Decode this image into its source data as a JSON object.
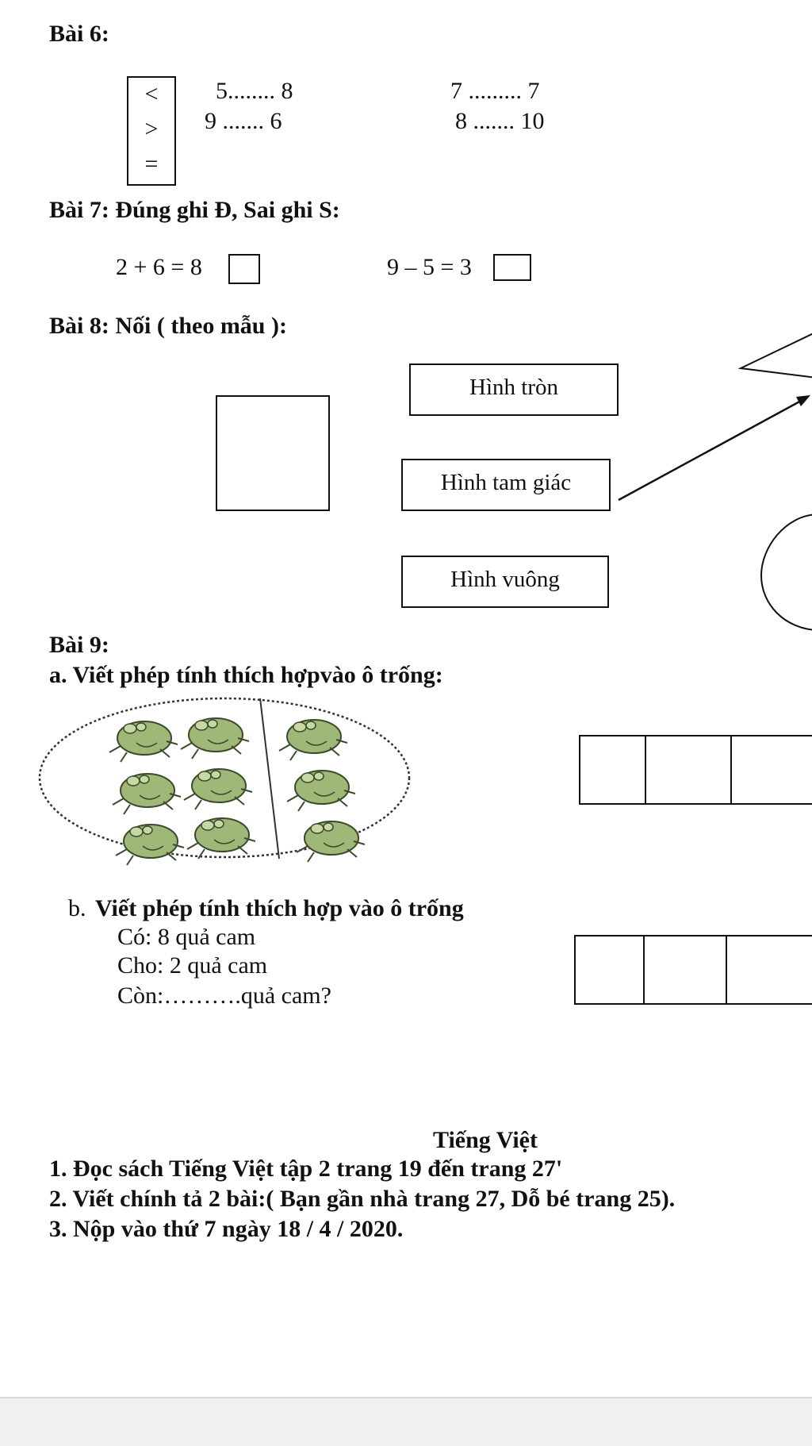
{
  "bai6": {
    "title": "Bài 6:",
    "symbols": [
      "<",
      ">",
      "="
    ],
    "items": [
      "5........ 8",
      "9 ....... 6",
      "7 ......... 7",
      "8 ....... 10"
    ]
  },
  "bai7": {
    "title": "Bài 7: Đúng ghi Đ, Sai ghi S:",
    "items": [
      "2 + 6 = 8",
      "9 – 5 = 3"
    ]
  },
  "bai8": {
    "title": "Bài 8: Nối  ( theo mẫu ):",
    "labels": [
      "Hình tròn",
      "Hình tam giác",
      "Hình vuông"
    ]
  },
  "bai9": {
    "title": "Bài 9:",
    "part_a": "a. Viết phép tính thích hợpvào ô trống:",
    "part_b_prefix": "b.",
    "part_b": "Viết phép tính thích hợp vào ô trống",
    "lines": [
      "Có: 8 quả cam",
      "Cho: 2 quả cam",
      "Còn:……….quả cam?"
    ]
  },
  "tieng_viet": {
    "heading": "Tiếng Việt",
    "items": [
      "1. Đọc sách Tiếng Việt tập 2 trang 19 đến trang 27'",
      "2. Viết chính tả 2 bài:( Bạn gần nhà trang 27, Dỗ bé trang 25).",
      "3. Nộp vào thứ 7 ngày 18 / 4 / 2020."
    ]
  },
  "icons": {
    "frog": "frog-icon"
  },
  "colors": {
    "ink": "#111111",
    "frog_green": "#9fb878",
    "frog_dark": "#3b4a2a"
  }
}
